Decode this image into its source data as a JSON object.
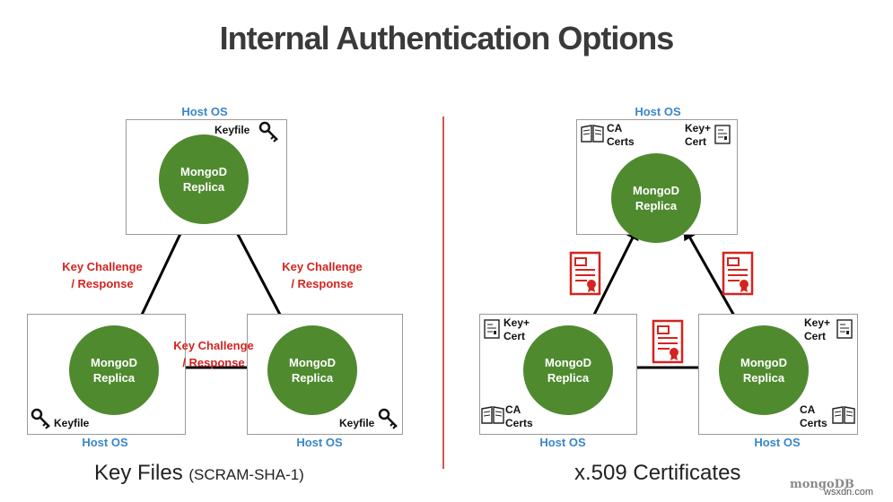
{
  "title": "Internal Authentication Options",
  "host_os": "Host OS",
  "node": {
    "line1": "MongoD",
    "line2": "Replica"
  },
  "left": {
    "keyfile": "Keyfile",
    "challenge_line1": "Key Challenge",
    "challenge_line2": "/ Response",
    "footer_main": "Key Files",
    "footer_sub": "(SCRAM-SHA-1)"
  },
  "right": {
    "ca_line1": "CA",
    "ca_line2": "Certs",
    "keycert_line1": "Key+",
    "keycert_line2": "Cert",
    "footer_main": "x.509 Certificates"
  },
  "logo": "mongoDB",
  "watermark": "wsxdn.com",
  "colors": {
    "node": "#4f8a2f",
    "host_label": "#3a86c8",
    "accent_red": "#d4241f",
    "divider": "#d9534f"
  }
}
